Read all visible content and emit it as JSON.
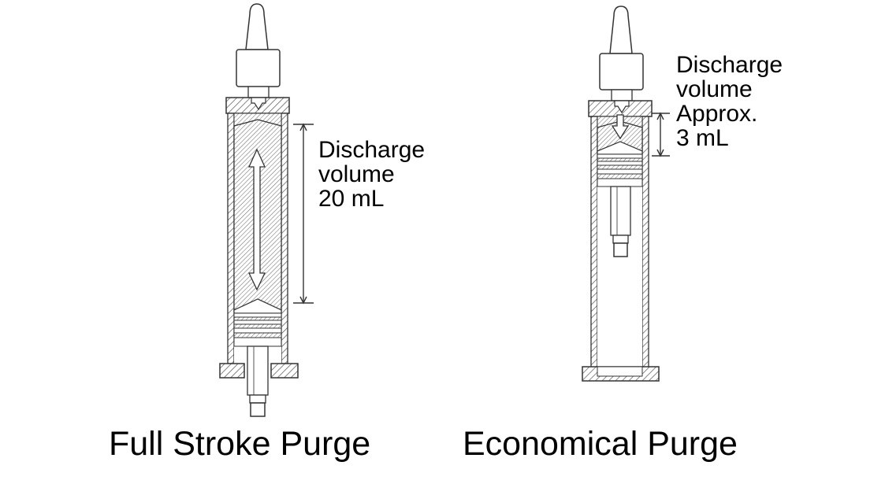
{
  "full_stroke": {
    "label_lines": [
      "Discharge",
      "volume",
      "20 mL"
    ],
    "caption": "Full Stroke Purge"
  },
  "economical": {
    "label_lines": [
      "Discharge",
      "volume",
      "Approx.",
      "3 mL"
    ],
    "caption": "Economical Purge"
  }
}
